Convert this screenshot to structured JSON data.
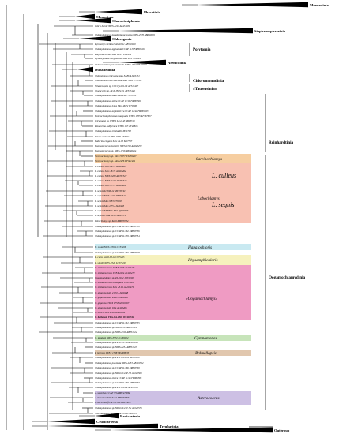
{
  "tree": {
    "collapsed_clades": [
      {
        "label": "Moewusinia",
        "row": 6
      },
      {
        "label": "Phacotinia",
        "row": 15
      },
      {
        "label": "Monadinia",
        "row": 21
      },
      {
        "label": "Characiosiphonia",
        "row": 26
      },
      {
        "label": "Stephanosphaerinia",
        "row": 39
      },
      {
        "label": "Chlorogonia",
        "row": 49
      },
      {
        "label": "Arenicolinia",
        "row": 79
      },
      {
        "label": "Dunaliellinia",
        "row": 88
      },
      {
        "label": "Radicarteria",
        "row": 527
      },
      {
        "label": "Crucicarteria",
        "row": 534
      },
      {
        "label": "Treubarinia",
        "row": 540
      },
      {
        "label": "Outgroup",
        "row": 545
      }
    ],
    "taxa": [
      {
        "text": "Tabris hemiti NIES-2294 AB451189",
        "row": 33
      },
      {
        "text": "Chlamydomonas pseudoplanoconvexa NIES-2570 AB602849",
        "row": 44
      },
      {
        "text": "Pyrobotrys stellata SAG 10-1c AB542920",
        "row": 56
      },
      {
        "text": "Chlamydomonas applanata CCAP 11/9 FR865616",
        "row": 62
      },
      {
        "text": "Polytoma mirum SAG 62-13 U22934",
        "row": 69
      },
      {
        "text": "Dysmorphococcus globosus SAG 20-1 X91629",
        "row": 74
      },
      {
        "text": "Chlorocarcharopsis arenicola UTEX 1697 AB218701",
        "row": 82
      },
      {
        "text": "Chloromonas reticulata SAG 32.86 AJ410451",
        "row": 96
      },
      {
        "text": "Chloromonas macrostellata SAG 72.81 U70785",
        "row": 102
      },
      {
        "text": "Sphaerocystis sp. CCCryo101-99 AF514407",
        "row": 109
      },
      {
        "text": "Gloeocystis sp. BCP-JNP2-21 AY377440",
        "row": 115
      },
      {
        "text": "Chlamydomonas baca SAG 24.87 U70781",
        "row": 121
      },
      {
        "text": "Chlamydomonas zebra CCAP 11/18 FR865569",
        "row": 128
      },
      {
        "text": "Chlamydomonas typus SAG 48.72 U70790",
        "row": 134
      },
      {
        "text": "Chlamydomonas asymmetrica CCAP 11/41 FR865563",
        "row": 141
      },
      {
        "text": "Heterochlamydomonas inaequalis UTEX 1705 AF367857",
        "row": 147
      },
      {
        "text": "Tetrapogon sp. UTEX LB 2343 AB18313",
        "row": 153
      },
      {
        "text": "Pleodorina californica UTEX 167 AF48826",
        "row": 160
      },
      {
        "text": "Chlamydomonas reinhardtii M32703",
        "row": 166
      },
      {
        "text": "Volvox carteri UTEX 1885 X53904",
        "row": 173
      },
      {
        "text": "Eudorina elegans SAG 14.90 M17797",
        "row": 179
      },
      {
        "text": "Haematococcus lacustris NIES-1720 AB048252",
        "row": 185
      },
      {
        "text": "Haematococcus sp. NIES-1716 AB048254",
        "row": 191
      },
      {
        "text": "Sarcinochlamys sp. YACCY877 KT259497",
        "row": 198
      },
      {
        "text": "Sarcinochlamys sp. SAG 2476 KF081401",
        "row": 204
      },
      {
        "text": "L. culleus SAG 64.72 AJ410463",
        "row": 211
      },
      {
        "text": "L. culleus SAG 18.72 AJ410462",
        "row": 217
      },
      {
        "text": "L. culleus NIES-2209 AB701527",
        "row": 223
      },
      {
        "text": "L. culleus NIES-2210 AB701528",
        "row": 229
      },
      {
        "text": "L. culleus SAG 17.73 AJ410461",
        "row": 235
      },
      {
        "text": "L. segnis LC006-12 MT735191",
        "row": 242
      },
      {
        "text": "L. segnis NIES-2240 AB701524",
        "row": 248
      },
      {
        "text": "L. segnis SAG 9.83 U70593",
        "row": 255
      },
      {
        "text": "L. segnis SAG 2.75 AJ410458",
        "row": 261
      },
      {
        "text": "L. segnis KMMCC 867 JQ315507",
        "row": 267
      },
      {
        "text": "L. segnis CCAP 11/1 FR865578",
        "row": 273
      },
      {
        "text": "Lobochlamys sp. Ko-6 KM670734",
        "row": 280
      },
      {
        "text": "Chlamydomonas sp. CCAP 11/165 FR865559",
        "row": 287
      },
      {
        "text": "Chlamydomonas sp. CCAP 11/162 FR865556",
        "row": 293
      },
      {
        "text": "Chlamydomonas sp. CCAP 11/139 FR865534",
        "row": 299
      },
      {
        "text": "H. sustai NIES-3760 LC133498",
        "row": 313
      },
      {
        "text": "Chlamydomonas sp. CCAP 11/155 FR865548",
        "row": 320
      },
      {
        "text": "R. curta KoC6-604 LC075295",
        "row": 326
      },
      {
        "text": "R. similis NIES-2320 LC075297",
        "row": 333
      },
      {
        "text": "O. zimbabwiensis UTEX 2213 AJ410471",
        "row": 339
      },
      {
        "text": "O. zimbabwiensis UTEX 2214 AJ410472",
        "row": 346
      },
      {
        "text": "Oogamochlamys sp. ZL-2012 JX033907",
        "row": 352
      },
      {
        "text": "O. zimbabwiensis mostigama JX033906",
        "row": 358
      },
      {
        "text": "O. zimbabwiensis SAG 45.91 AJ410470",
        "row": 364
      },
      {
        "text": "O. gigantea SAG 21.72 AJ410468",
        "row": 371
      },
      {
        "text": "O. gigantea SAG 44.91 AJ410465",
        "row": 377
      },
      {
        "text": "O. gigantea UTEX 1753 AJ410467",
        "row": 384
      },
      {
        "text": "O. gigantea SAG 9.84 AJ410466",
        "row": 390
      },
      {
        "text": "O. ettlii UTEX 2218 AJ410469",
        "row": 396
      },
      {
        "text": "O. barbensis VLA-CA-1005 ON494511",
        "row": 402,
        "bold": true
      },
      {
        "text": "Chlamydomonas sp. CCAP 11/161 FR865555",
        "row": 409
      },
      {
        "text": "Chlamydomonas sp. NIES-2317 AB701529",
        "row": 415
      },
      {
        "text": "Chlamydomonas sp. NIES-2318 AB701522",
        "row": 421
      },
      {
        "text": "G. tapakroi NIES-3572 LC269952",
        "row": 428
      },
      {
        "text": "Chlamydomonas sp. Pic 6/3 P-1d AY220090",
        "row": 434
      },
      {
        "text": "Chlamydomonas sp. NIES-2234 AB701523",
        "row": 440
      },
      {
        "text": "P. texensis UTEX 1708 MG808935",
        "row": 447
      },
      {
        "text": "Chlamydomonas sp. Pic8/18T-15w AY220600",
        "row": 453
      },
      {
        "text": "Chlamydomonas pulvinata NIES-2233 AB701522",
        "row": 460
      },
      {
        "text": "Chlamydomonas sp. CCAP 11/166 FR865560",
        "row": 466
      },
      {
        "text": "Chlamydomonas sp. NDem 2/24P-50 AY220563",
        "row": 473
      },
      {
        "text": "Chlamydomonas oblica CCAP 11/45 FR865584",
        "row": 479
      },
      {
        "text": "Chlamydomonas sp. CCAP 11/159 FR865553",
        "row": 485
      },
      {
        "text": "Chlamydomonas sp. Pic8/18T-1w AY220595",
        "row": 491
      },
      {
        "text": "A. superbus CCAP 3/5A MW473066",
        "row": 498
      },
      {
        "text": "A. limnetica UTEX 3/4 MW473065",
        "row": 504
      },
      {
        "text": "A. korschikoffii ACOI 326 AB175837",
        "row": 510
      },
      {
        "text": "Chlamydomonas sp. NDem 9/21T-7w AY220575",
        "row": 517
      },
      {
        "text": "Spermatozopsis similis SAG B 1.85 X65557",
        "row": 524
      }
    ],
    "groups": [
      {
        "label": "Polytomia",
        "row": 62
      },
      {
        "label": "Chloromonadinia",
        "row": 102
      },
      {
        "label": "«Tatrensinia»",
        "row": 112
      },
      {
        "label": "Reinhardtinia",
        "row": 180
      },
      {
        "label": "Oogamochlamydinia",
        "row": 351
      }
    ],
    "highlights": [
      {
        "label": "Sarcinochlamys",
        "row": 201,
        "color": "#f5c690"
      },
      {
        "label": "Lobochlamys",
        "row": 251,
        "color": "#f7b6a4"
      },
      {
        "label": "Hapalochloris",
        "row": 313,
        "color": "#bfe5ef"
      },
      {
        "label": "Rhysamphichloris",
        "row": 329,
        "color": "#f5efb2"
      },
      {
        "label": "«Oogamochlamys»",
        "row": 378,
        "color": "#ec8ab8"
      },
      {
        "label": "Gymnomonas",
        "row": 428,
        "color": "#bddfae"
      },
      {
        "label": "Palmellopsis",
        "row": 447,
        "color": "#dcbda0"
      },
      {
        "label": "Asterococcus",
        "row": 504,
        "color": "#c4b5df"
      }
    ],
    "clade_labels": [
      {
        "label": "L. culleus",
        "row": 225
      },
      {
        "label": "L. segnis",
        "row": 262
      }
    ],
    "scale_bar": "0.05"
  }
}
